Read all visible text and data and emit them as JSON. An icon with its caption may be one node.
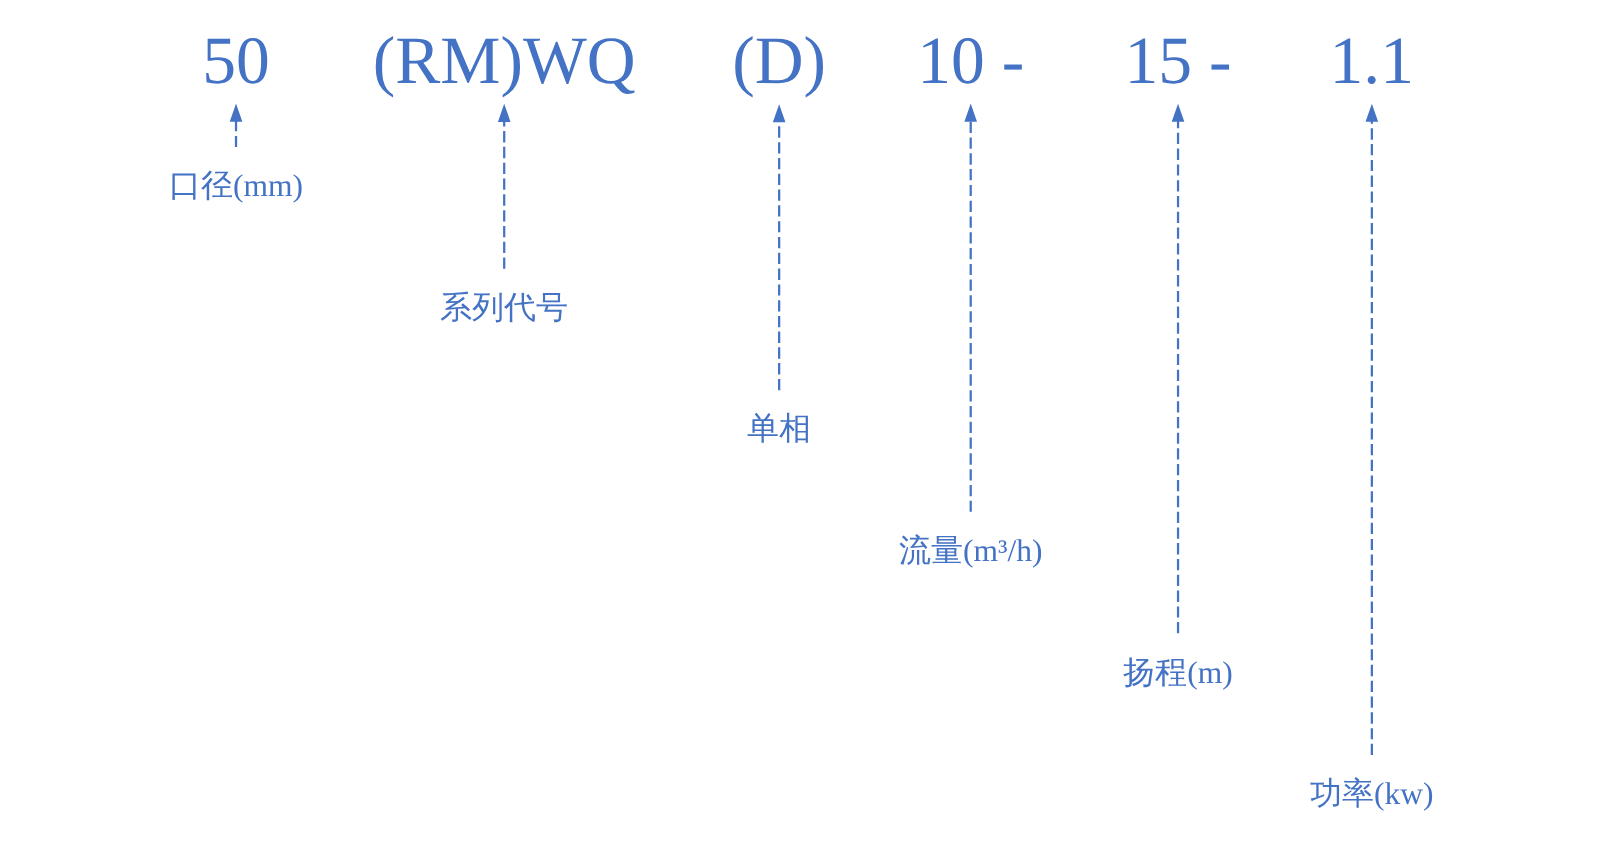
{
  "diagram": {
    "nodes": [
      {
        "text": [
          "50"
        ]
      },
      {
        "text": [
          "(RM)WQ"
        ]
      },
      {
        "text": [
          "(D)"
        ]
      },
      {
        "text": [
          "10 -"
        ]
      },
      {
        "text": [
          "15 -"
        ]
      },
      {
        "text": [
          "1.1"
        ]
      },
      {
        "text": [
          "口径(mm)"
        ]
      },
      {
        "text": [
          "系列代号"
        ]
      },
      {
        "text": [
          "单相"
        ]
      },
      {
        "text": [
          "流量(m³/h)"
        ]
      },
      {
        "text": [
          "扬程(m)"
        ]
      },
      {
        "text": [
          "功率(kw)"
        ]
      }
    ],
    "edges": [
      {
        "from": 6,
        "to": 0,
        "arrow": "to",
        "style": "dashed"
      },
      {
        "from": 7,
        "to": 1,
        "arrow": "to",
        "style": "dashed"
      },
      {
        "from": 8,
        "to": 2,
        "arrow": "to",
        "style": "dashed"
      },
      {
        "from": 9,
        "to": 3,
        "arrow": "to",
        "style": "dashed"
      },
      {
        "from": 10,
        "to": 4,
        "arrow": "to",
        "style": "dashed"
      },
      {
        "from": 11,
        "to": 5,
        "arrow": "to",
        "style": "dashed"
      }
    ]
  }
}
